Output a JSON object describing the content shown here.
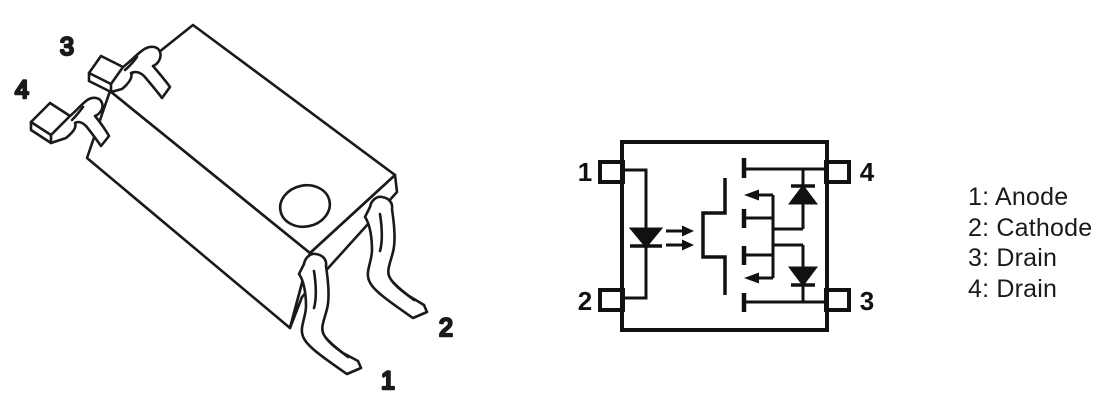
{
  "figure": {
    "colors": {
      "line": "#1a1a1a",
      "background": "#ffffff"
    },
    "package_view": {
      "description": "SOP-4 gull-wing surface-mount package, isometric line drawing",
      "pin_labels": {
        "pin1": "1",
        "pin2": "2",
        "pin3": "3",
        "pin4": "4"
      }
    },
    "schematic": {
      "description": "Photorelay internal circuit: input LED, gate, dual source-connected MOSFETs with body diodes",
      "pin_labels": {
        "pin1": "1",
        "pin2": "2",
        "pin3": "3",
        "pin4": "4"
      }
    },
    "legend": {
      "items": [
        "1: Anode",
        "2: Cathode",
        "3: Drain",
        "4: Drain"
      ]
    }
  }
}
